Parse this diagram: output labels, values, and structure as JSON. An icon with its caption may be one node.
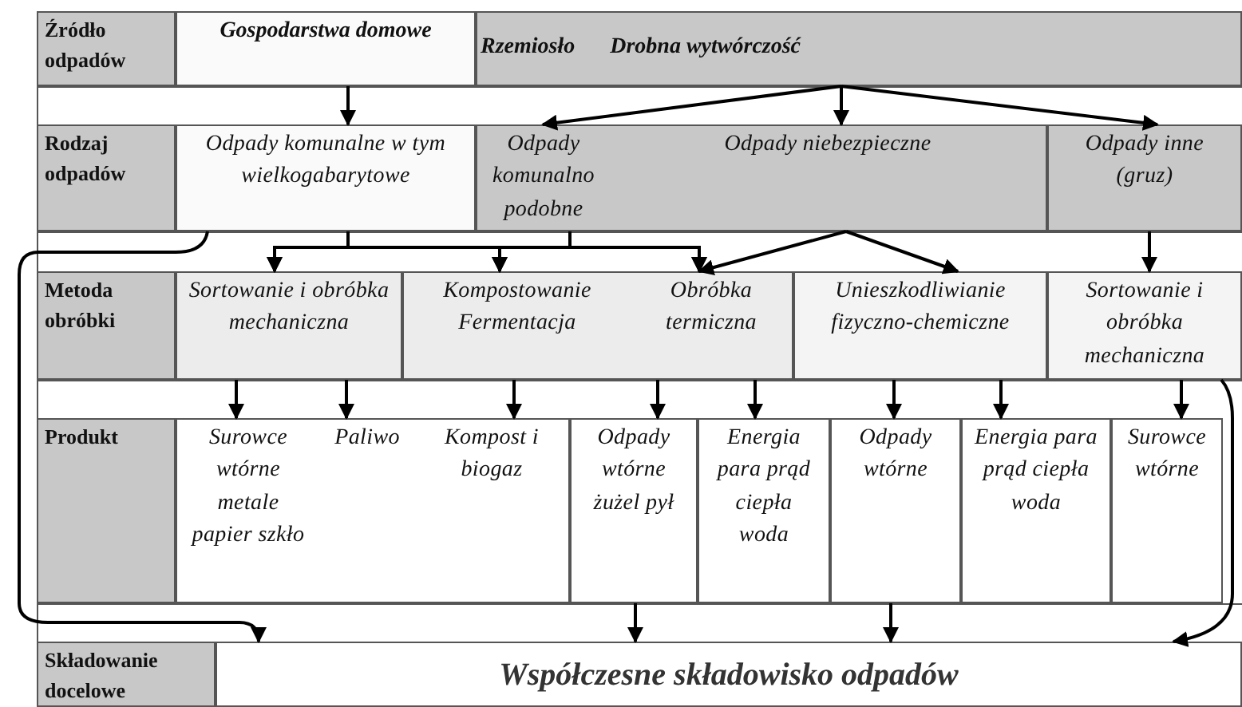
{
  "diagram": {
    "nodes": [
      {
        "text": [
          "Źródło odpadów"
        ]
      },
      {
        "text": [
          "Gospodarstwa domowe"
        ]
      },
      {
        "text": [
          "Rzemiosło",
          "Drobna wytwórczość"
        ]
      },
      {
        "text": [
          "Rodzaj odpadów"
        ]
      },
      {
        "text": [
          "Odpady komunalne w tym wielkogabarytowe"
        ]
      },
      {
        "text": [
          "Odpady komunalno podobne"
        ]
      },
      {
        "text": [
          "Odpady niebezpieczne"
        ]
      },
      {
        "text": [
          "Odpady inne (gruz)"
        ]
      },
      {
        "text": [
          "Metoda obróbki"
        ]
      },
      {
        "text": [
          "Sortowanie i obróbka mechaniczna"
        ]
      },
      {
        "text": [
          "Kompostowanie Fermentacja"
        ]
      },
      {
        "text": [
          "Obróbka termiczna"
        ]
      },
      {
        "text": [
          "Unieszkodliwianie fizyczno-chemiczne"
        ]
      },
      {
        "text": [
          "Sortowanie i obróbka mechaniczna"
        ]
      },
      {
        "text": [
          "Produkt"
        ]
      },
      {
        "text": [
          "Surowce wtórne metale papier szkło"
        ]
      },
      {
        "text": [
          "Paliwo"
        ]
      },
      {
        "text": [
          "Kompost i biogaz"
        ]
      },
      {
        "text": [
          "Odpady wtórne żużel pył"
        ]
      },
      {
        "text": [
          "Energia para prąd ciepła woda"
        ]
      },
      {
        "text": [
          "Odpady wtórne"
        ]
      },
      {
        "text": [
          "Energia para prąd ciepła woda"
        ]
      },
      {
        "text": [
          "Surowce wtórne"
        ]
      },
      {
        "text": [
          "Składowanie docelowe"
        ]
      },
      {
        "text": [
          "Współczesne składowisko odpadów"
        ]
      }
    ],
    "edges": [
      {
        "from": 1,
        "to": 4,
        "arrow": "to"
      },
      {
        "from": 2,
        "to": 5,
        "arrow": "to"
      },
      {
        "from": 2,
        "to": 6,
        "arrow": "to"
      },
      {
        "from": 2,
        "to": 7,
        "arrow": "to"
      },
      {
        "from": 4,
        "to": 9,
        "arrow": "to"
      },
      {
        "from": 4,
        "to": 10,
        "arrow": "to"
      },
      {
        "from": 4,
        "to": 11,
        "arrow": "to"
      },
      {
        "from": 5,
        "to": 9,
        "arrow": "to"
      },
      {
        "from": 5,
        "to": 10,
        "arrow": "to"
      },
      {
        "from": 5,
        "to": 11,
        "arrow": "to"
      },
      {
        "from": 6,
        "to": 11,
        "arrow": "to"
      },
      {
        "from": 6,
        "to": 12,
        "arrow": "to"
      },
      {
        "from": 7,
        "to": 13,
        "arrow": "to"
      },
      {
        "from": 4,
        "to": 24,
        "arrow": "to"
      },
      {
        "from": 9,
        "to": 15,
        "arrow": "to"
      },
      {
        "from": 9,
        "to": 16,
        "arrow": "to"
      },
      {
        "from": 10,
        "to": 17,
        "arrow": "to"
      },
      {
        "from": 11,
        "to": 18,
        "arrow": "to"
      },
      {
        "from": 11,
        "to": 19,
        "arrow": "to"
      },
      {
        "from": 12,
        "to": 20,
        "arrow": "to"
      },
      {
        "from": 12,
        "to": 21,
        "arrow": "to"
      },
      {
        "from": 13,
        "to": 22,
        "arrow": "to"
      },
      {
        "from": 13,
        "to": 24,
        "arrow": "to"
      },
      {
        "from": 18,
        "to": 24,
        "arrow": "to"
      },
      {
        "from": 20,
        "to": 24,
        "arrow": "to"
      }
    ]
  }
}
